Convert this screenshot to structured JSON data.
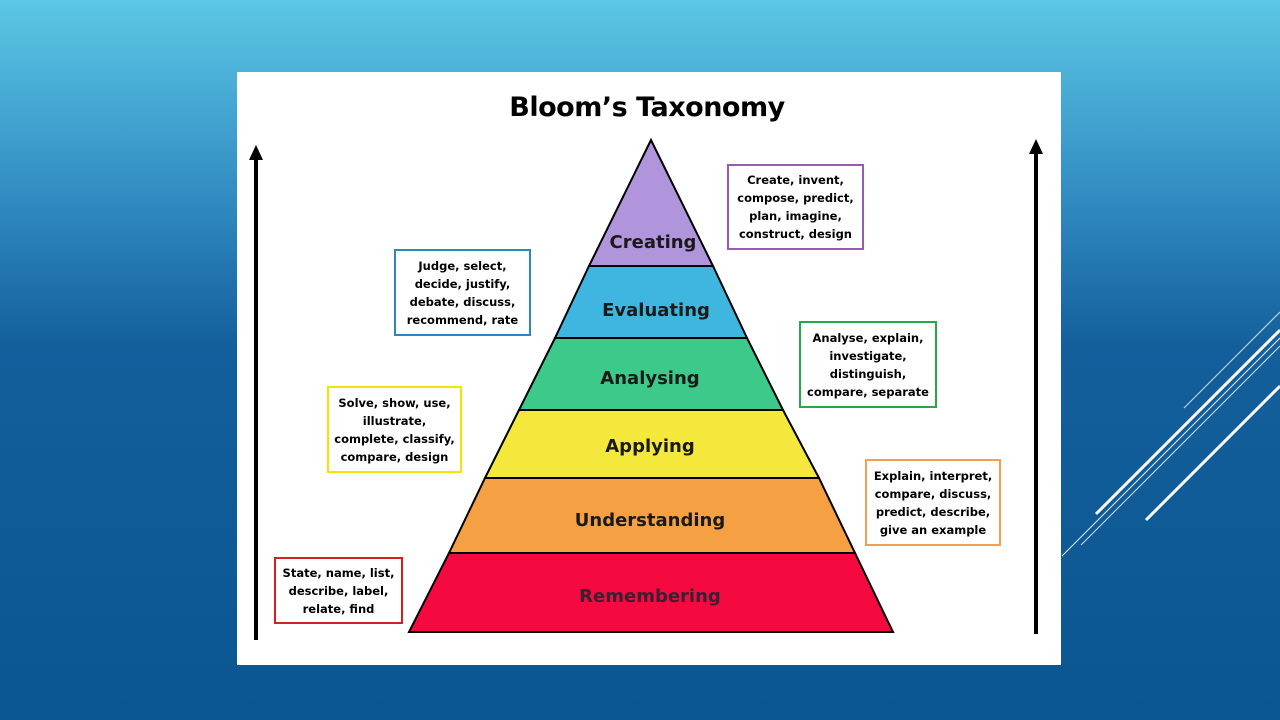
{
  "title": "Bloom’s Taxonomy",
  "levels": [
    {
      "label": "Creating",
      "color": "#b095dc"
    },
    {
      "label": "Evaluating",
      "color": "#3fb6e0"
    },
    {
      "label": "Analysing",
      "color": "#3cc98a"
    },
    {
      "label": "Applying",
      "color": "#f5e83c"
    },
    {
      "label": "Understanding",
      "color": "#f4a043"
    },
    {
      "label": "Remembering",
      "color": "#f50a40"
    }
  ],
  "verb_boxes": {
    "creating": {
      "lines": [
        "Create, invent,",
        "compose, predict,",
        "plan, imagine,",
        "construct, design"
      ],
      "border_color": "#9b59b6"
    },
    "evaluating": {
      "lines": [
        "Judge, select,",
        "decide, justify,",
        "debate, discuss,",
        "recommend, rate"
      ],
      "border_color": "#2e86c1"
    },
    "analysing": {
      "lines": [
        "Analyse, explain,",
        "investigate,",
        "distinguish,",
        "compare, separate"
      ],
      "border_color": "#28a745"
    },
    "applying": {
      "lines": [
        "Solve, show, use,",
        "illustrate,",
        "complete, classify,",
        "compare, design"
      ],
      "border_color": "#f2e600"
    },
    "understanding": {
      "lines": [
        "Explain, interpret,",
        "compare, discuss,",
        "predict, describe,",
        "give an example"
      ],
      "border_color": "#f0a050"
    },
    "remembering": {
      "lines": [
        "State, name, list,",
        "describe, label,",
        "relate, find"
      ],
      "border_color": "#d62020"
    }
  }
}
